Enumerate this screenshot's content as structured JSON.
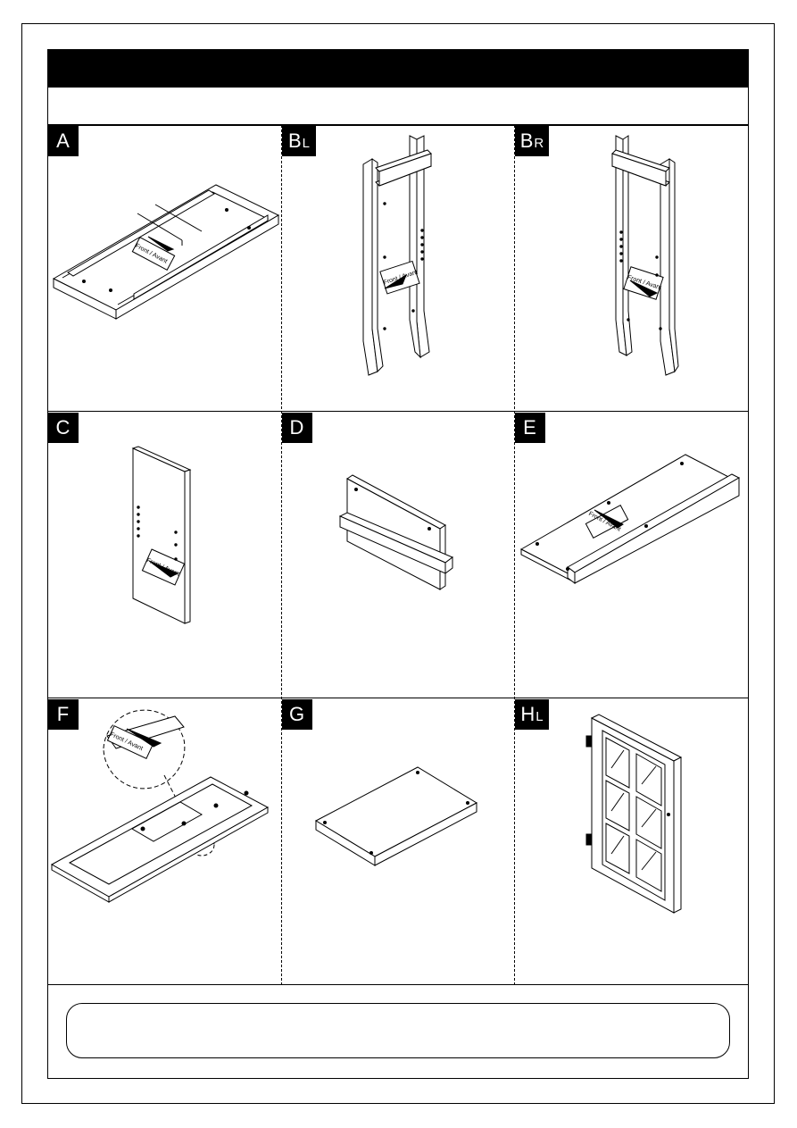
{
  "parts": [
    {
      "id": "A",
      "letter": "A",
      "suffix": "",
      "sticker_text": "Front / Avant"
    },
    {
      "id": "BL",
      "letter": "B",
      "suffix": "L",
      "sticker_text": "Front / Avant"
    },
    {
      "id": "BR",
      "letter": "B",
      "suffix": "R",
      "sticker_text": "Front / Avant"
    },
    {
      "id": "C",
      "letter": "C",
      "suffix": "",
      "sticker_text": "Front / Avant"
    },
    {
      "id": "D",
      "letter": "D",
      "suffix": ""
    },
    {
      "id": "E",
      "letter": "E",
      "suffix": "",
      "sticker_text": "Front / Avant"
    },
    {
      "id": "F",
      "letter": "F",
      "suffix": "",
      "sticker_text": "Front / Avant"
    },
    {
      "id": "G",
      "letter": "G",
      "suffix": ""
    },
    {
      "id": "HL",
      "letter": "H",
      "suffix": "L"
    }
  ]
}
